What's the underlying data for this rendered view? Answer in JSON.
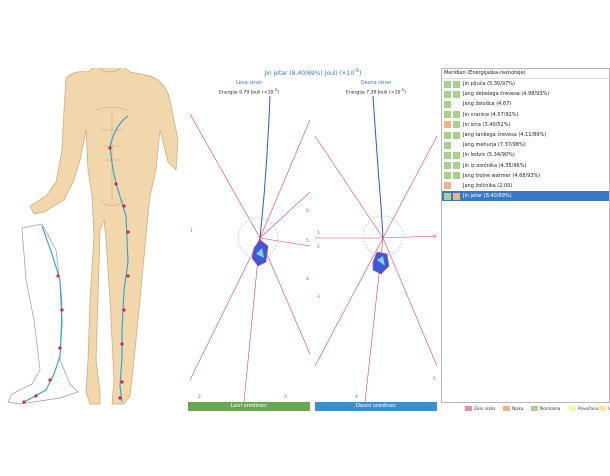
{
  "header": {
    "title": "Jin jetar (8.40/69%) Jouli (×10",
    "title_exp": "-5",
    "title_end": ")"
  },
  "left_panel": {
    "label": "Leva stran",
    "energy": "Energija 9.79 Jouli (×10",
    "energy_exp": "-5",
    "energy_end": ")",
    "numbers": {
      "n1": "1",
      "n2": "2",
      "n3": "3",
      "n4": "4",
      "n5": "5",
      "n6": "6"
    },
    "button_label": "Levi sredinec",
    "button_color": "#6aa84f"
  },
  "right_panel": {
    "label": "Desna stran",
    "energy": "Energija 7.39 Jouli (×10",
    "energy_exp": "-5",
    "energy_end": ")",
    "numbers": {
      "n1": "1",
      "n2": "2",
      "n3": "3",
      "n4": "4",
      "n5": "5",
      "n6": "6"
    },
    "button_label": "Desni sredinec",
    "button_color": "#3a8fd0"
  },
  "meridian_list": {
    "header": "Meridian (Energijaška-ravnoteje)",
    "items": [
      {
        "label": "Jin pljuča (5.30/97%)",
        "color1": "#a9d18e",
        "color2": "#a9d18e"
      },
      {
        "label": "Jang debelega črevesa (4.98/93%)",
        "color1": "#a9d18e",
        "color2": "#a9d18e"
      },
      {
        "label": "Jang želodca (4.67)",
        "color1": "#a9d18e",
        "color2": "#ffffff"
      },
      {
        "label": "Jin vranice (4.57/92%)",
        "color1": "#a9d18e",
        "color2": "#a9d18e"
      },
      {
        "label": "Jin srca (3.40/52%)",
        "color1": "#f4b183",
        "color2": "#a9d18e"
      },
      {
        "label": "Jang tankega črevesa (4.11/89%)",
        "color1": "#a9d18e",
        "color2": "#a9d18e"
      },
      {
        "label": "Jang mehurja (7.37/98%)",
        "color1": "#a9d18e",
        "color2": "#ffffff"
      },
      {
        "label": "Jin ledvic (5.34/90%)",
        "color1": "#a9d18e",
        "color2": "#a9d18e"
      },
      {
        "label": "Jin iz osrčnika (4.35/96%)",
        "color1": "#a9d18e",
        "color2": "#a9d18e"
      },
      {
        "label": "Jang trojne warmer (4.68/93%)",
        "color1": "#a9d18e",
        "color2": "#a9d18e"
      },
      {
        "label": "Jang žolčnika (2.00)",
        "color1": "#f4b183",
        "color2": "#ffffff"
      },
      {
        "label": "Jin jetar (8.40/69%)",
        "color1": "#a9d18e",
        "color2": "#f4b183",
        "selected": true
      }
    ]
  },
  "legend": [
    {
      "label": "Zelo nizka",
      "color": "#e88ea0"
    },
    {
      "label": "Nizka",
      "color": "#f4b183"
    },
    {
      "label": "Normalna",
      "color": "#a9d18e"
    },
    {
      "label": "Povečana",
      "color": "#fff2a0"
    },
    {
      "label": "Visoka",
      "color": "#ffe699"
    }
  ],
  "colors": {
    "accent": "#3a78c8",
    "meridian_line": "#2aa0d8",
    "acupoint": "#d8203a",
    "skin": "#f1d7ab",
    "ray": "#e0406a"
  }
}
